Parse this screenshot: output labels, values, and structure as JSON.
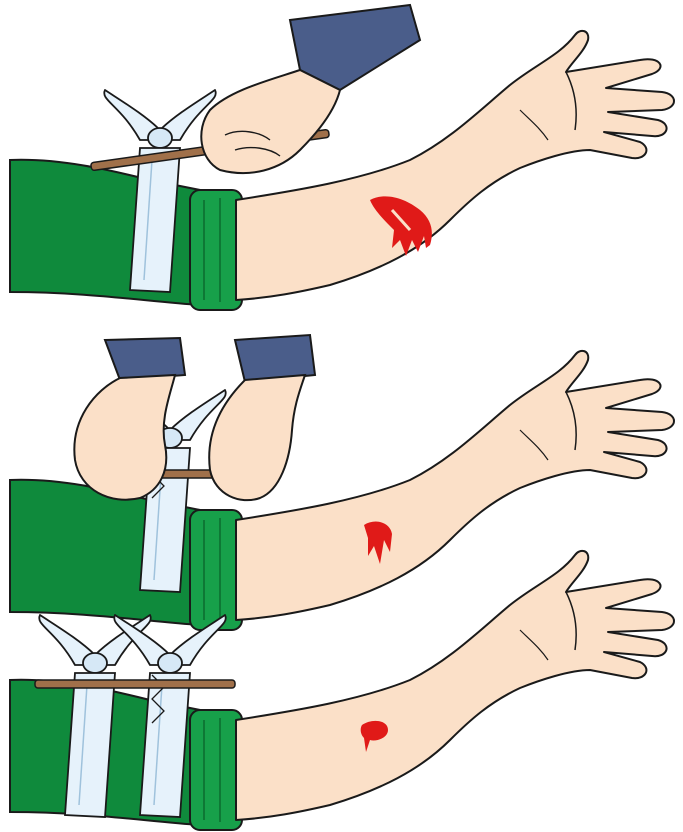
{
  "title": "",
  "panels": [
    {
      "step": 1,
      "wound_bleeding": "heavy",
      "stick_turned_by": "one-hand",
      "knots": 1
    },
    {
      "step": 2,
      "wound_bleeding": "reduced",
      "stick_turned_by": "two-hands",
      "knots": 1
    },
    {
      "step": 3,
      "wound_bleeding": "stopped",
      "stick_turned_by": "none",
      "knots": 2
    }
  ],
  "colors": {
    "skin": "#fbe0c8",
    "sleeve": "#0f8a3c",
    "cuff": "#17a04a",
    "jacket_sleeve": "#4a5d8a",
    "bandage": "#e6f2fb",
    "stick": "#a0704a",
    "blood": "#e01a18",
    "outline": "#1a1a1a"
  }
}
